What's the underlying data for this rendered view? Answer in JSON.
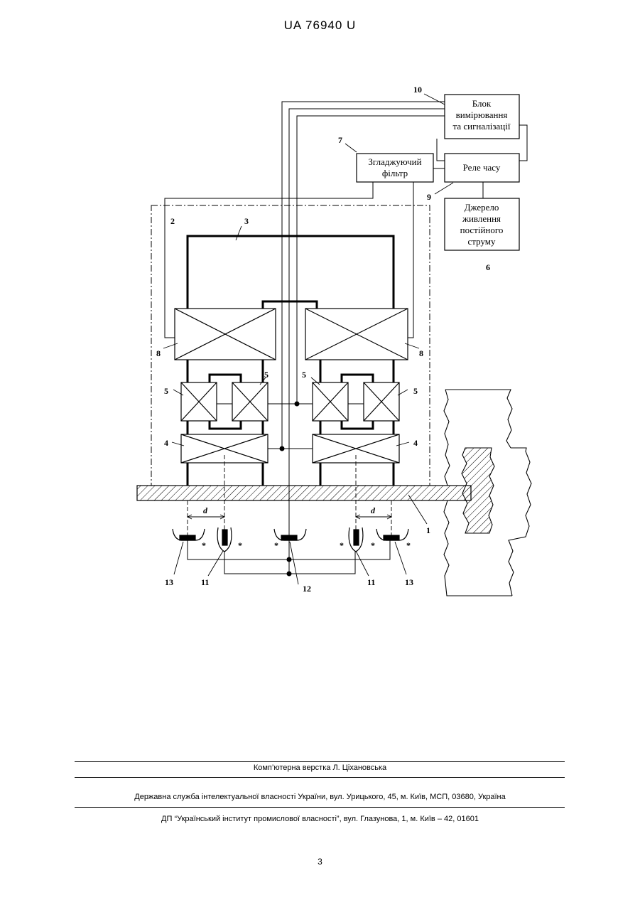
{
  "header": {
    "doc_id": "UA   76940   U"
  },
  "diagram": {
    "boxes": {
      "measure_block": [
        "Блок",
        "вимірювання",
        "та сигналізації"
      ],
      "smoothing_filter": [
        "Згладжуючий",
        "фільтр"
      ],
      "time_relay": [
        "Реле часу"
      ],
      "power_source": [
        "Джерело",
        "живлення",
        "постійного",
        "струму"
      ]
    },
    "labels": {
      "n1": "1",
      "n2": "2",
      "n3": "3",
      "n4": "4",
      "n5": "5",
      "n6": "6",
      "n7": "7",
      "n8": "8",
      "n9": "9",
      "n10": "10",
      "n11": "11",
      "n12": "12",
      "n13": "13",
      "d": "d",
      "star": "*"
    }
  },
  "footer": {
    "layout": "Комп’ютерна верстка Л. Ціхановська",
    "agency": "Державна служба інтелектуальної власності України, вул. Урицького, 45, м. Київ, МСП, 03680, Україна",
    "institute": "ДП “Український інститут промислової власності”, вул. Глазунова, 1, м. Київ – 42, 01601",
    "page": "3"
  }
}
